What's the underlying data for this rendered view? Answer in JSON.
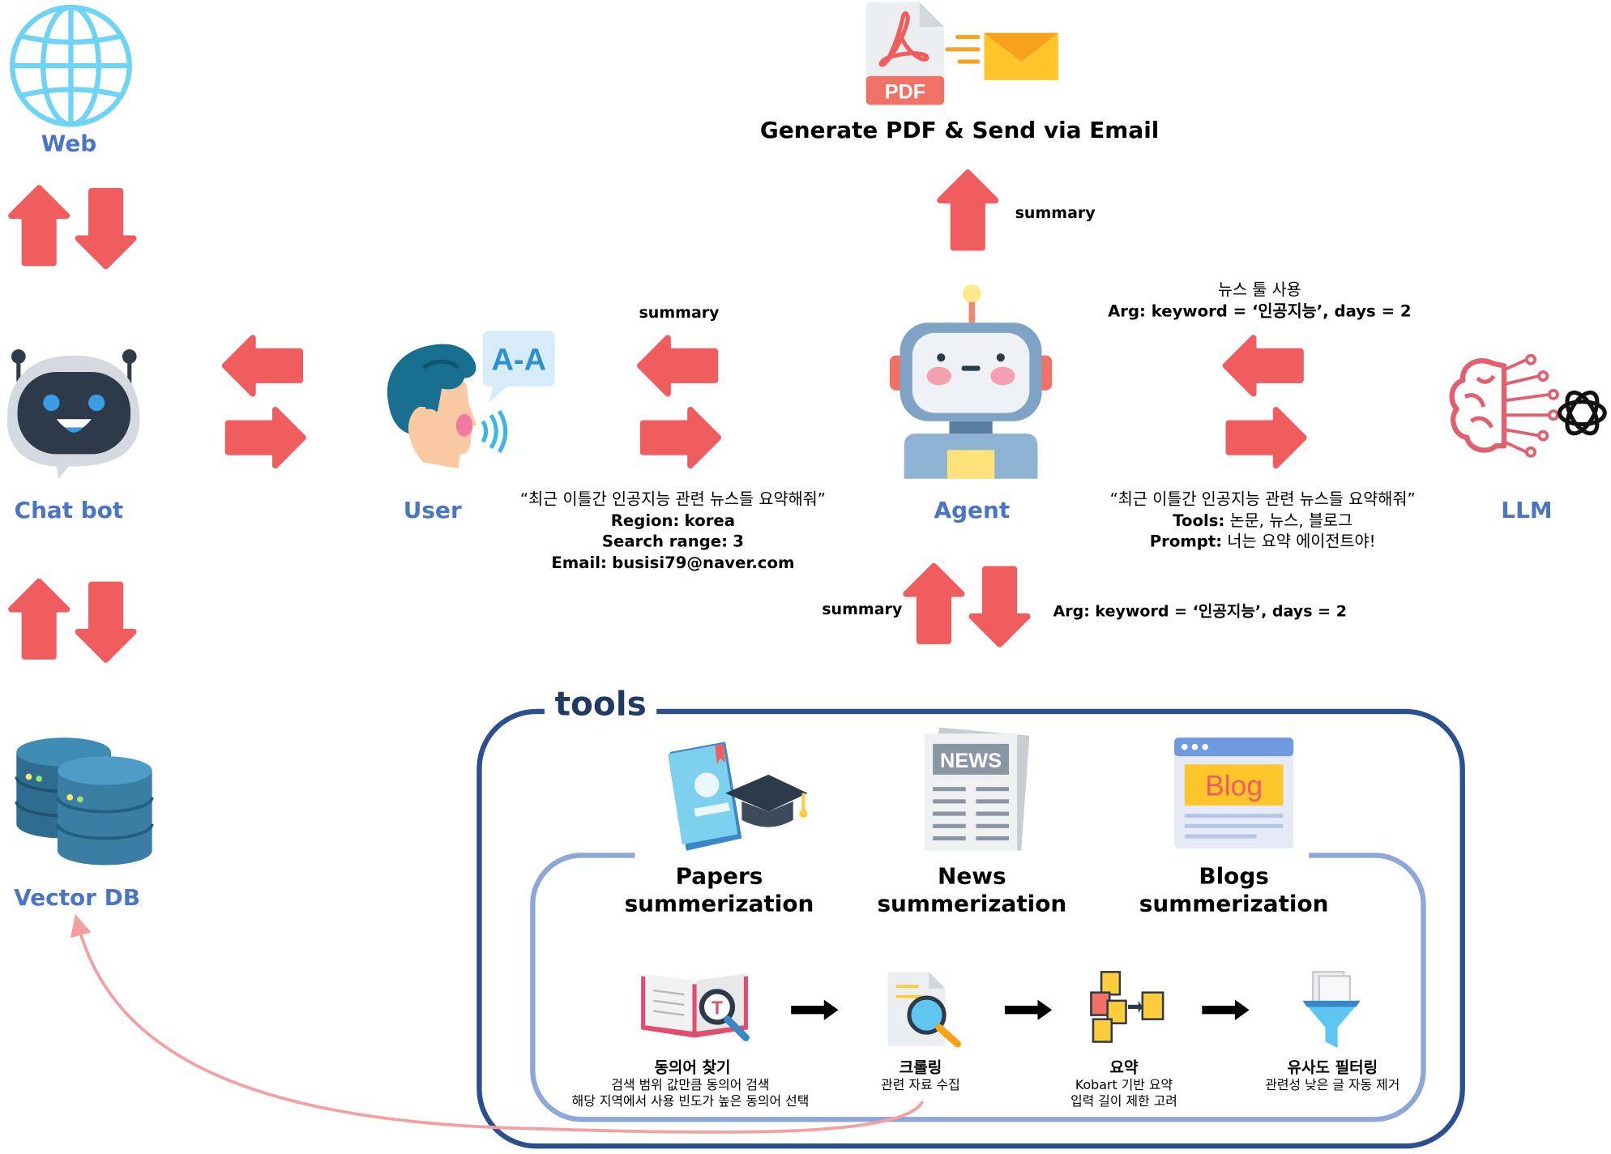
{
  "nodes": {
    "web": "Web",
    "chatbot": "Chat bot",
    "user": "User",
    "agent": "Agent",
    "llm": "LLM",
    "vectordb": "Vector DB"
  },
  "output": {
    "title": "Generate PDF & Send via Email",
    "pdf_badge": "PDF"
  },
  "labels": {
    "agent_to_output": "summary",
    "agent_to_user": "summary",
    "llm_top_1": "뉴스 툴 사용",
    "llm_top_2": "Arg: keyword = ‘인공지능’, days = 2",
    "tools_up": "summary",
    "tools_down": "Arg: keyword = ‘인공지능’, days = 2",
    "ui_icon": "A-A"
  },
  "user_request": {
    "quote": "“최근 이틀간 인공지능 관련 뉴스들 요약해줘”",
    "region_key": "Region:",
    "region_val": "korea",
    "range_key": "Search range:",
    "range_val": "3",
    "email_key": "Email:",
    "email_val": "busisi79@naver.com"
  },
  "agent_request": {
    "quote": "“최근 이틀간 인공지능 관련 뉴스들 요약해줘”",
    "tools_key": "Tools:",
    "tools_val": "논문, 뉴스, 블로그",
    "prompt_key": "Prompt:",
    "prompt_val": "너는 요약 에이전트야!"
  },
  "tools": {
    "title": "tools",
    "papers": [
      "Papers",
      "summerization"
    ],
    "news": [
      "News",
      "summerization"
    ],
    "news_badge": "NEWS",
    "blogs": [
      "Blogs",
      "summerization"
    ],
    "blog_badge": "Blog",
    "steps": [
      {
        "title": "동의어 찾기",
        "desc": [
          "검색 범위 값만큼 동의어 검색",
          "해당 지역에서 사용 빈도가 높은 동의어 선택"
        ],
        "icon_letter": "T"
      },
      {
        "title": "크롤링",
        "desc": [
          "관련 자료 수집"
        ]
      },
      {
        "title": "요약",
        "desc": [
          "Kobart 기반 요약",
          "입력 길이 제한 고려"
        ]
      },
      {
        "title": "유사도 필터링",
        "desc": [
          "관련성 낮은 글 자동 제거"
        ]
      }
    ]
  },
  "colors": {
    "arrow": "#f05d5e",
    "label_blue": "#4a74c4",
    "tools_border": "#2c4f8f",
    "inner_border": "#8fa6d8",
    "curve": "#f4a0a0"
  }
}
